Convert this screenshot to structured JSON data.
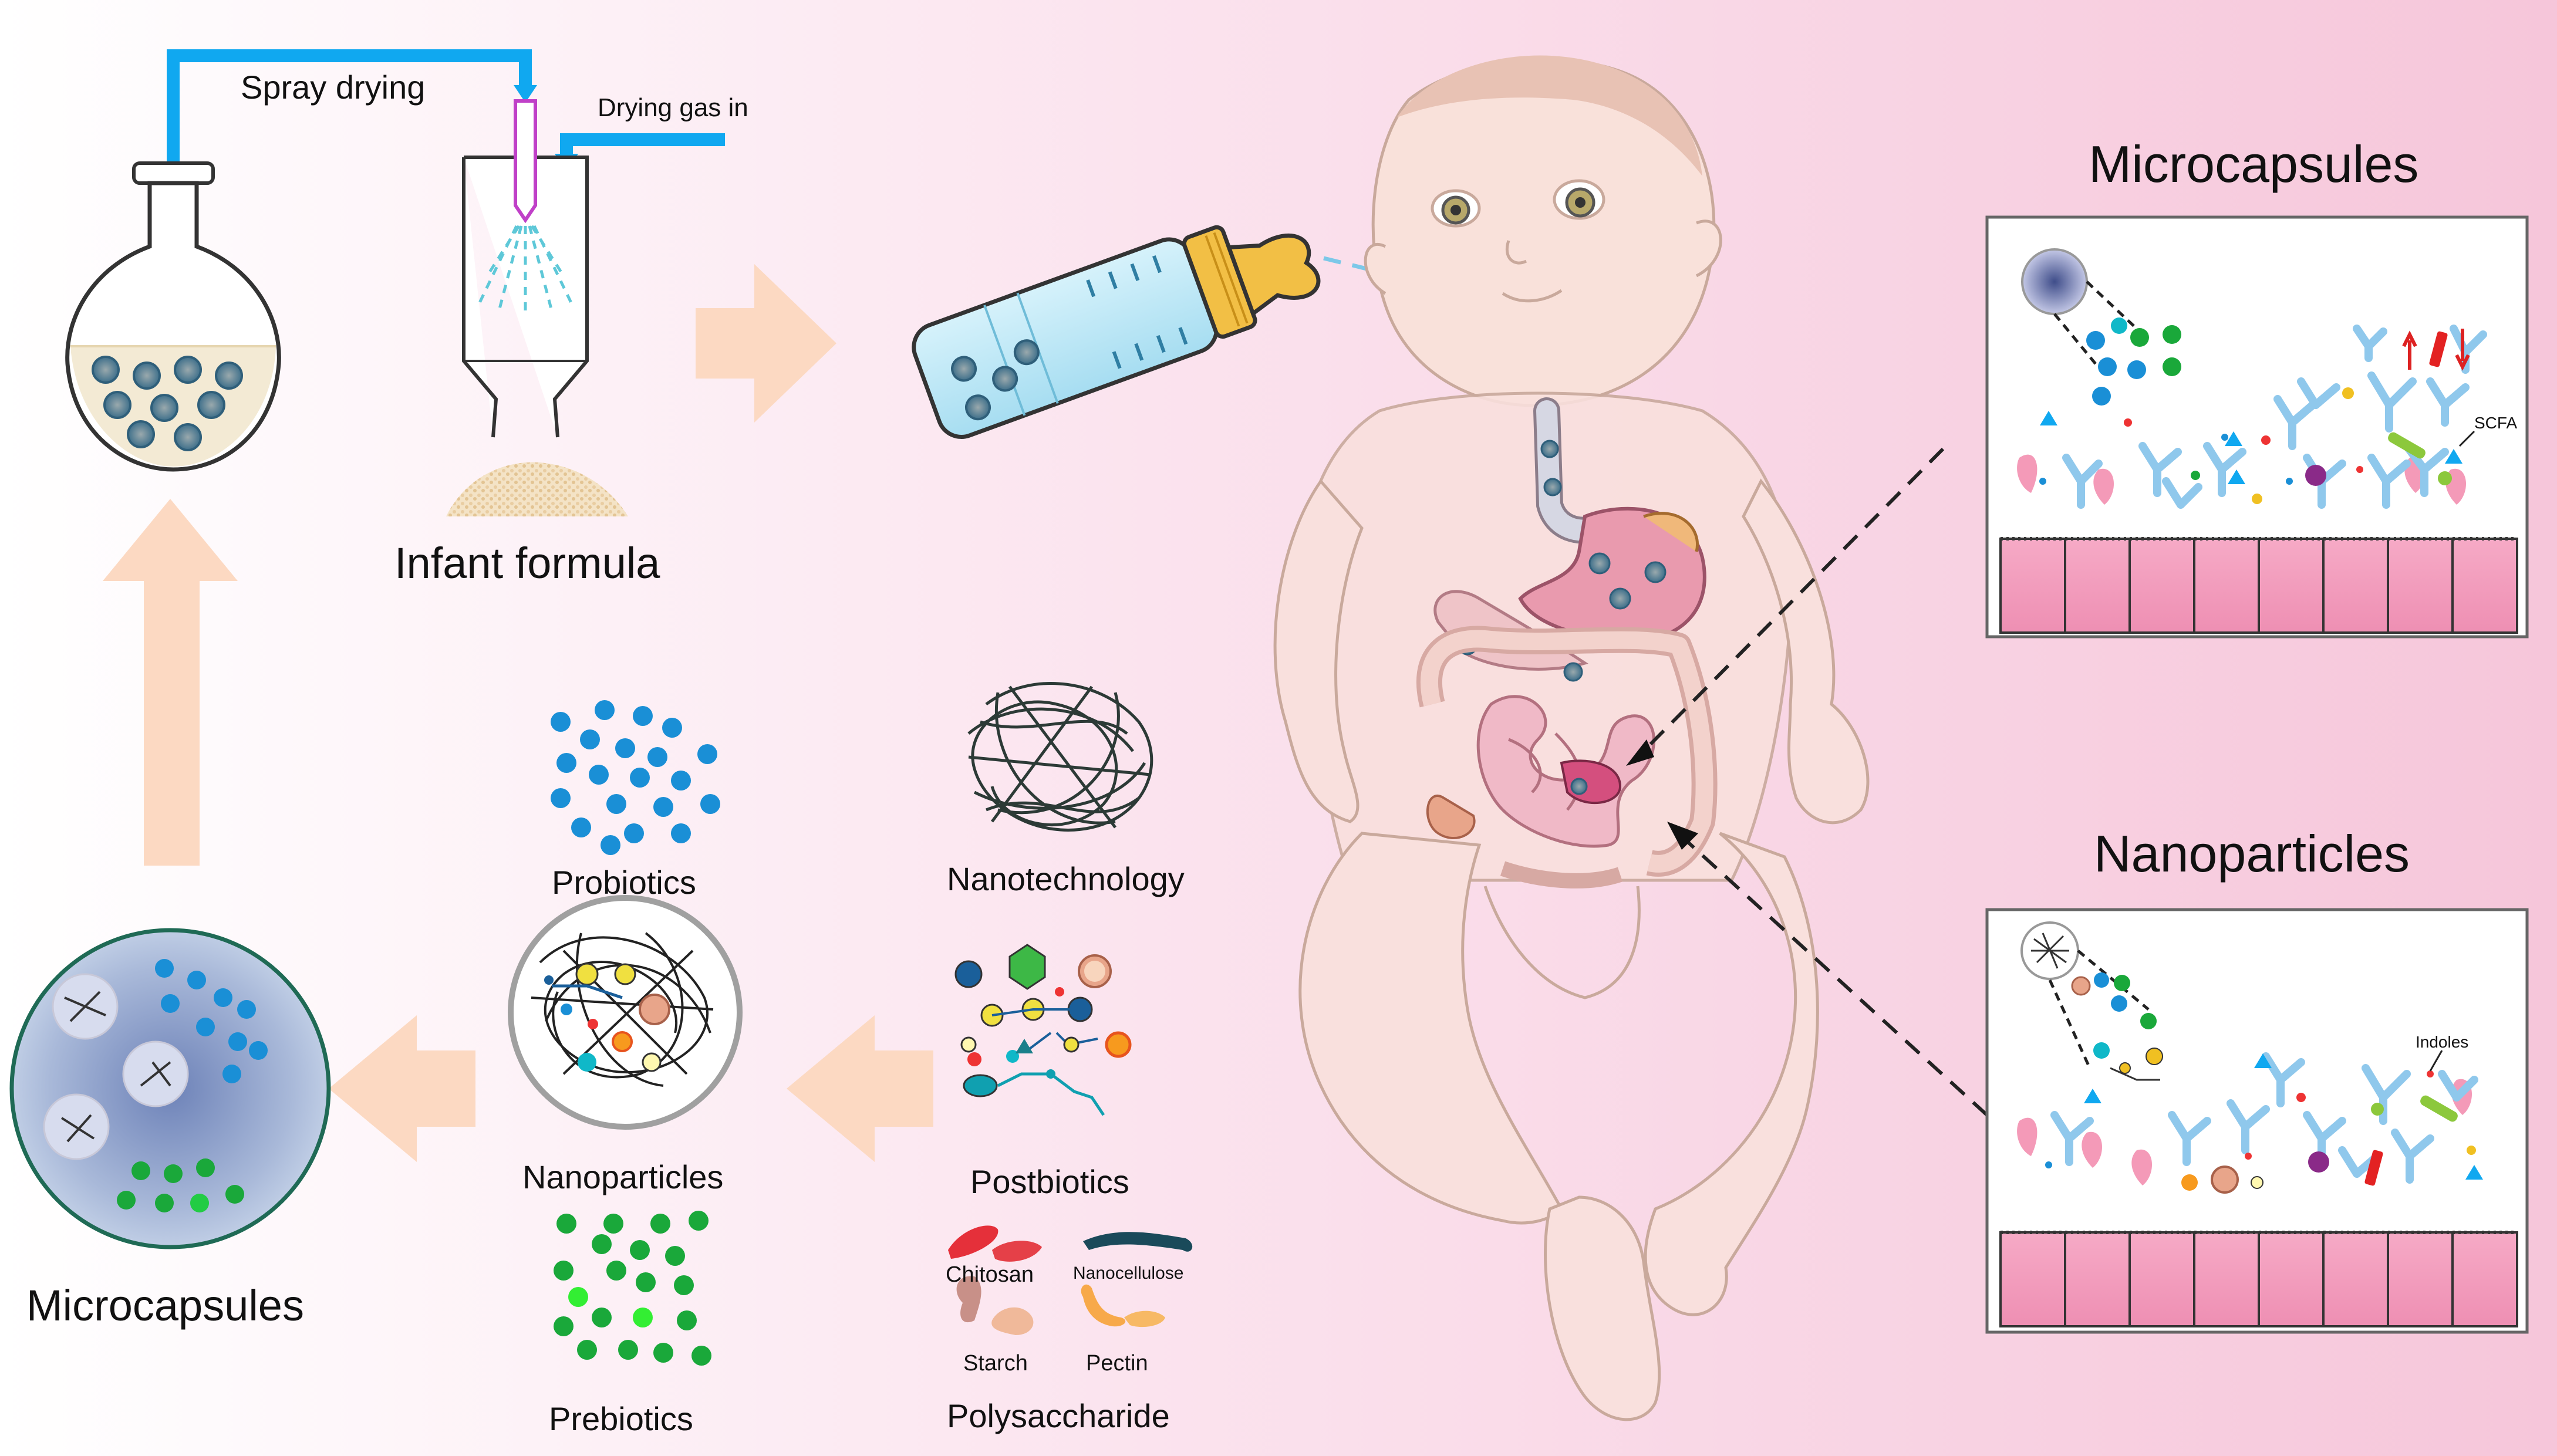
{
  "labels": {
    "spray_drying": "Spray drying",
    "drying_gas_in": "Drying gas in",
    "infant_formula": "Infant formula",
    "probiotics": "Probiotics",
    "nanoparticles_center": "Nanoparticles",
    "prebiotics": "Prebiotics",
    "microcapsules_left": "Microcapsules",
    "nanotechnology": "Nanotechnology",
    "postbiotics": "Postbiotics",
    "chitosan": "Chitosan",
    "nanocellulose": "Nanocellulose",
    "starch": "Starch",
    "pectin": "Pectin",
    "polysaccharide": "Polysaccharide",
    "panel_micro_title": "Microcapsules",
    "panel_nano_title": "Nanoparticles",
    "scfa": "SCFA",
    "indoles": "Indoles"
  },
  "colors": {
    "flow_arrow": "#fcd9c2",
    "pipe": "#10a8f0",
    "probiotic": "#1a8fd6",
    "prebiotic": "#1aa83a",
    "capsule": "#9fb2d6",
    "villi": "#f49ab8",
    "bacteria": "#8fc8ec",
    "background_left": "#ffffff",
    "background_right": "#f7c9dc"
  },
  "icons": [
    "round-flask-icon",
    "spray-dryer-icon",
    "powder-pile-icon",
    "baby-bottle-icon",
    "infant-body-icon",
    "digestive-tract-icon",
    "fiber-tangle-icon",
    "intestinal-villi-icon"
  ]
}
